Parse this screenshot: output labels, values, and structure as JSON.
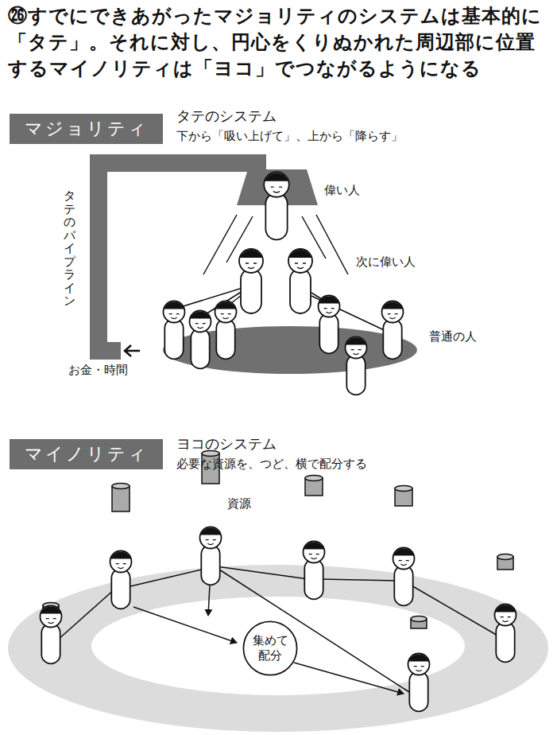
{
  "diagram": {
    "title": "㉖すでにできあがったマジョリティのシステムは基本的に「タテ」。それに対し、円心をくりぬかれた周辺部に位置するマイノリティは「ヨコ」でつながるようになる",
    "nodes": [
      {
        "text": [
          "マジョリティ"
        ]
      },
      {
        "text": [
          "マイノリティ"
        ]
      },
      {
        "text": [
          "集めて 配分"
        ]
      }
    ],
    "labels": [
      "タテのシステム",
      "下から「吸い上げて」、上から「降らす」",
      "偉い人",
      "次に偉い人",
      "普通の人",
      "タテのパイプライン",
      "お金・時間",
      "ヨコのシステム",
      "必要な資源を、つど、横で配分する",
      "資源"
    ]
  }
}
